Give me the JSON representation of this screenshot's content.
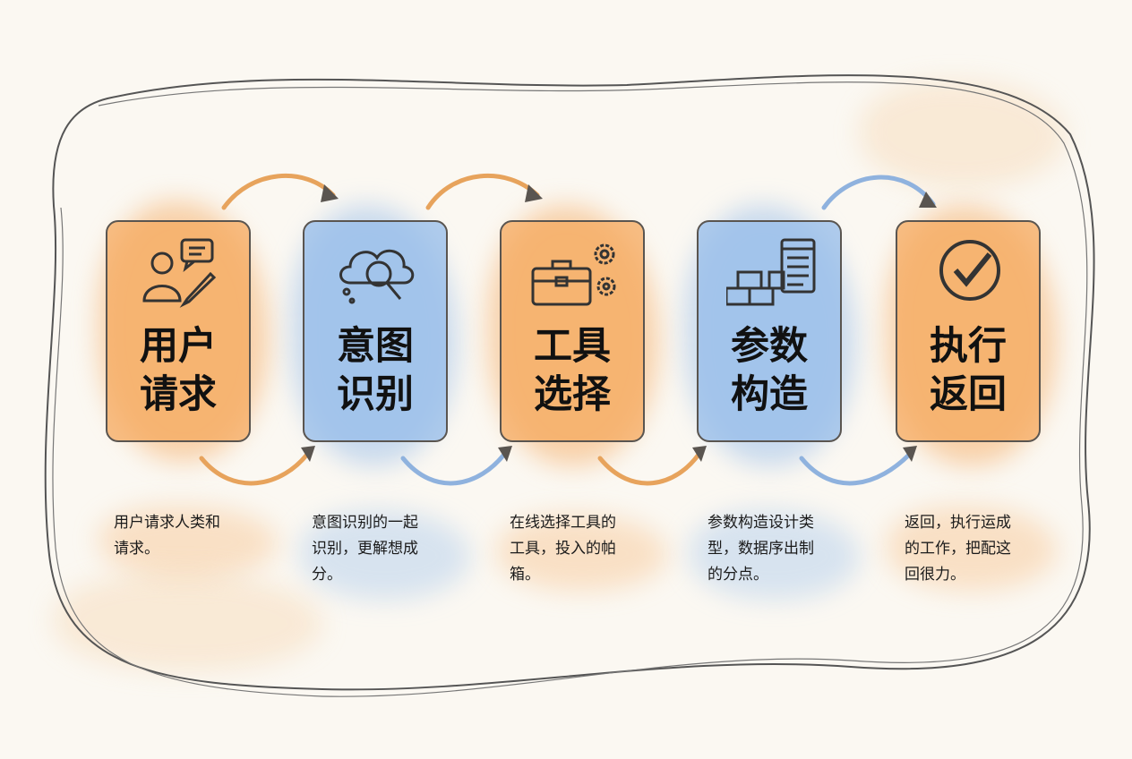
{
  "colors": {
    "orange": "#f5aa5f",
    "blue": "#96bcea",
    "outline": "#5a5550"
  },
  "steps": [
    {
      "title_line1": "用户",
      "title_line2": "请求",
      "icon": "user-chat-pencil-icon",
      "color": "orange",
      "caption": [
        "用户请求人类和",
        "请求。"
      ]
    },
    {
      "title_line1": "意图",
      "title_line2": "识别",
      "icon": "cloud-magnifier-icon",
      "color": "blue",
      "caption": [
        "意图识别的一起",
        "识别，更解想成",
        "分。"
      ]
    },
    {
      "title_line1": "工具",
      "title_line2": "选择",
      "icon": "toolbox-gears-icon",
      "color": "orange",
      "caption": [
        "在线选择工具的",
        "工具，投入的帕",
        "箱。"
      ]
    },
    {
      "title_line1": "参数",
      "title_line2": "构造",
      "icon": "blocks-form-icon",
      "color": "blue",
      "caption": [
        "参数构造设计类",
        "型，数据序出制",
        "的分点。"
      ]
    },
    {
      "title_line1": "执行",
      "title_line2": "返回",
      "icon": "check-circle-icon",
      "color": "orange",
      "caption": [
        "返回，执行运成",
        "的工作，把配这",
        "回很力。"
      ]
    }
  ]
}
